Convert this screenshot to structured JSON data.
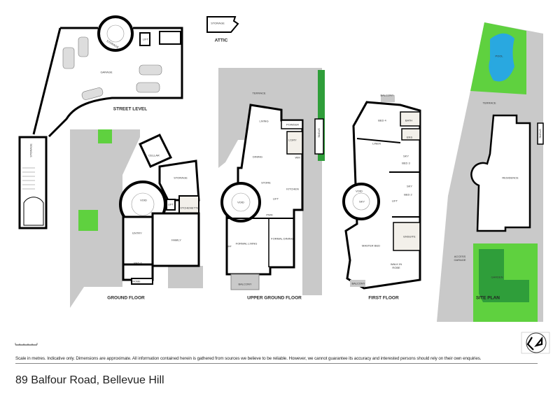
{
  "levels": {
    "street": "STREET LEVEL",
    "attic": "ATTIC",
    "ground": "GROUND FLOOR",
    "upper_ground": "UPPER GROUND FLOOR",
    "first": "FIRST FLOOR",
    "site": "SITE PLAN"
  },
  "rooms": {
    "garage": "GARAGE",
    "storage_street": "STORAGE",
    "storage_stair": "STORAGE",
    "storage_left": "STORAGE",
    "storage_attic": "STORAGE",
    "lift": "LIFT",
    "cellar": "CELLAR",
    "storage_ground": "STORAGE",
    "void": "VOID",
    "kitchenette": "KITCHENETTE",
    "entry": "ENTRY",
    "family": "FAMILY",
    "bed6": "BED 6",
    "robe": "ROBE",
    "terrace": "TERRACE",
    "living": "LIVING",
    "dining": "DINING",
    "powder": "POWDER",
    "l_dry": "L'DRY",
    "wm": "WM",
    "kitchen": "KITCHEN",
    "store": "STORE",
    "pwd": "PWD",
    "formal_living": "FORMAL LIVING",
    "formal_dining": "FORMAL DINING",
    "fp": "FP",
    "balcony": "BALCONY",
    "bed4": "BED 4",
    "bath": "BATH",
    "ens": "ENS",
    "linen": "LINEN",
    "sky": "SKY",
    "bed3": "BED 3",
    "bed2": "BED 2",
    "ensuite": "ENSUITE",
    "master_bed": "MASTER BED",
    "walk_in_robe": "WALK IN ROBE",
    "pool": "POOL",
    "residence": "RESIDENCE",
    "access_garage": "ACCESS GARAGE",
    "garden": "GARDEN"
  },
  "footer": {
    "disclaimer": "Scale in metres. Indicative only. Dimensions are approximate. All information contained herein is gathered from sources we believe to be reliable. However, we cannot guarantee its accuracy and interested persons should rely on their own enquiries.",
    "address": "89 Balfour Road, Bellevue Hill"
  },
  "colors": {
    "wall": "#000000",
    "paving": "#c9c9c9",
    "lawn": "#5fd13f",
    "garden": "#2f9e3a",
    "pool": "#29a8e0",
    "window": "#5bc0d0"
  }
}
